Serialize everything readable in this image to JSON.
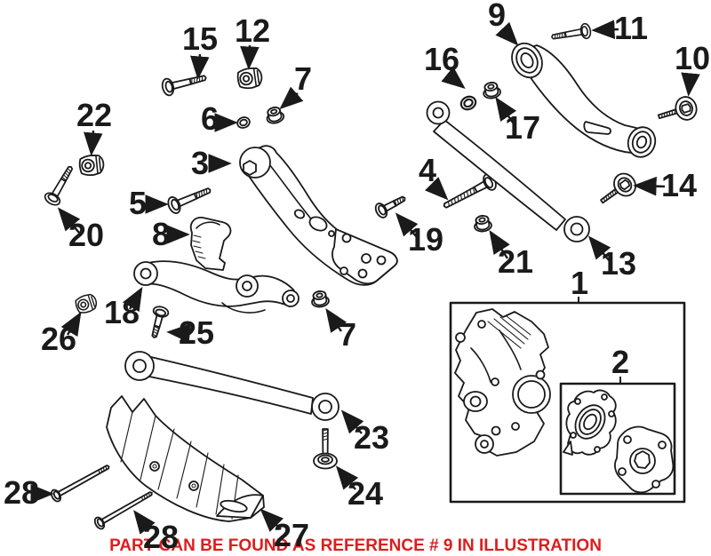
{
  "colors": {
    "ink": "#1a1a1a",
    "red": "#dd1d1d",
    "bg": "#ffffff"
  },
  "caption": {
    "text": "PART CAN BE FOUND AS REFERENCE # 9 IN ILLUSTRATION"
  },
  "callouts": [
    {
      "label": "15"
    },
    {
      "label": "12"
    },
    {
      "label": "7"
    },
    {
      "label": "6"
    },
    {
      "label": "22"
    },
    {
      "label": "20"
    },
    {
      "label": "5"
    },
    {
      "label": "3"
    },
    {
      "label": "8"
    },
    {
      "label": "9"
    },
    {
      "label": "11"
    },
    {
      "label": "16"
    },
    {
      "label": "17"
    },
    {
      "label": "10"
    },
    {
      "label": "4"
    },
    {
      "label": "14"
    },
    {
      "label": "19"
    },
    {
      "label": "21"
    },
    {
      "label": "13"
    },
    {
      "label": "1"
    },
    {
      "label": "18"
    },
    {
      "label": "26"
    },
    {
      "label": "25"
    },
    {
      "label": "7"
    },
    {
      "label": "23"
    },
    {
      "label": "24"
    },
    {
      "label": "27"
    },
    {
      "label": "28"
    },
    {
      "label": "28"
    },
    {
      "label": "2"
    }
  ]
}
